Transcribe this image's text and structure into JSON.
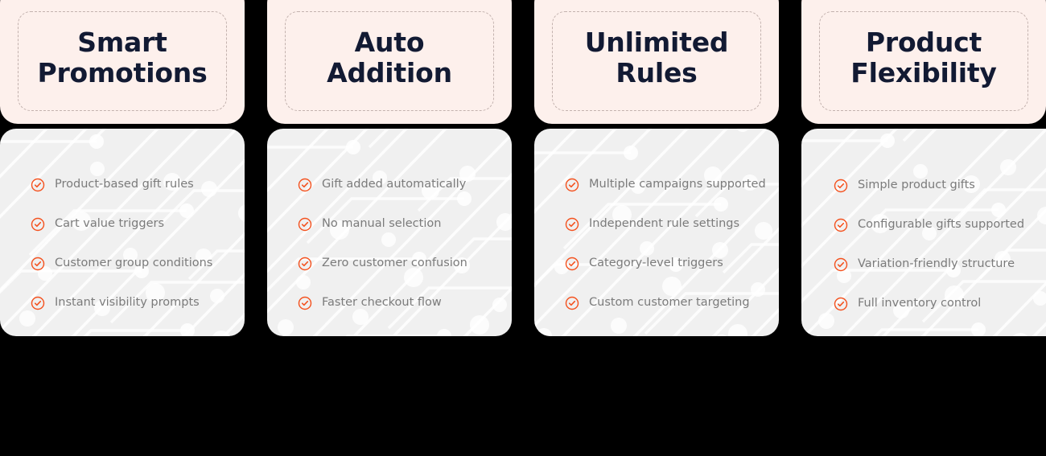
{
  "theme": {
    "page_background": "#000000",
    "header_background": "#fdf0ec",
    "header_dash_border": "#c3b2ae",
    "body_background": "#f0f0f0",
    "title_color": "#121a33",
    "feature_text_color": "#7b7b7b",
    "accent_color": "#f4521f",
    "circuit_line_color": "#ffffff"
  },
  "icons": {
    "check_circle": "check-circle-icon"
  },
  "cards": [
    {
      "title": "Smart\nPromotions",
      "features": [
        "Product-based gift rules",
        "Cart value triggers",
        "Customer group conditions",
        "Instant visibility prompts"
      ]
    },
    {
      "title": "Auto\nAddition",
      "features": [
        "Gift added automatically",
        "No manual selection",
        "Zero customer confusion",
        "Faster checkout flow"
      ]
    },
    {
      "title": "Unlimited\nRules",
      "features": [
        "Multiple campaigns supported",
        "Independent rule settings",
        "Category-level triggers",
        "Custom customer targeting"
      ]
    },
    {
      "title": "Product\nFlexibility",
      "features": [
        "Simple product gifts",
        "Configurable gifts supported",
        "Variation-friendly structure",
        "Full inventory control"
      ]
    }
  ]
}
